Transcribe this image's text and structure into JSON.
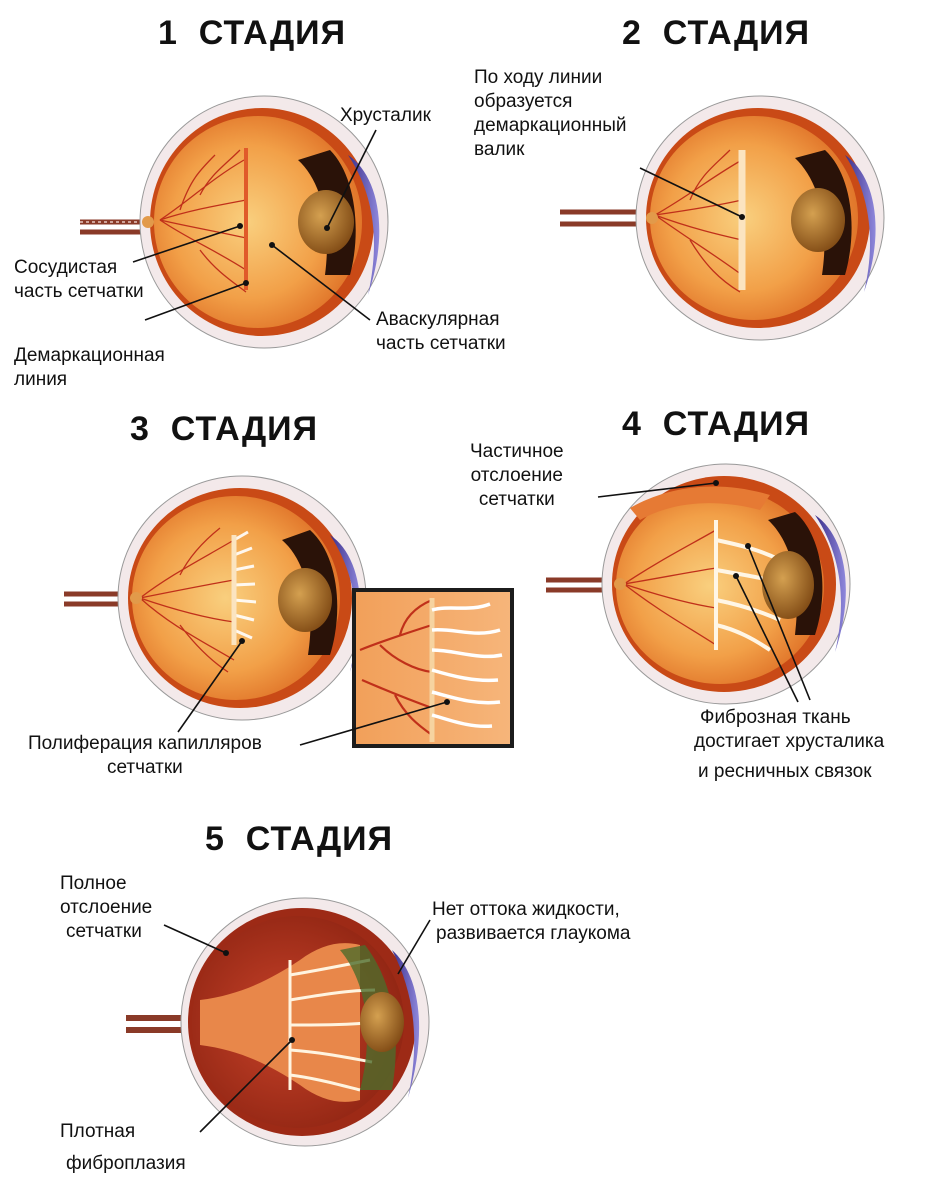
{
  "stages": [
    {
      "title": "1  СТАДИЯ",
      "labels": {
        "lens": "Хрусталик",
        "vascular": [
          "Сосудистая",
          "часть сетчатки"
        ],
        "demarcation": [
          "Демаркационная",
          "линия"
        ],
        "avascular": [
          "Аваскулярная",
          "часть сетчатки"
        ]
      }
    },
    {
      "title": "2  СТАДИЯ",
      "labels": {
        "ridge": [
          "По ходу линии",
          "образуется",
          "демаркационный",
          "валик"
        ]
      }
    },
    {
      "title": "3  СТАДИЯ",
      "labels": {
        "proliferation": [
          "Полиферация капилляров",
          "сетчатки"
        ]
      }
    },
    {
      "title": "4  СТАДИЯ",
      "labels": {
        "partial_detachment": [
          "Частичное",
          "отслоение",
          "сетчатки"
        ],
        "fibrous": [
          "Фиброзная ткань",
          "достигает хрусталика",
          "и ресничных связок"
        ]
      }
    },
    {
      "title": "5  СТАДИЯ",
      "labels": {
        "full_detachment": [
          "Полное",
          "отслоение",
          "сетчатки"
        ],
        "glaucoma": [
          "Нет оттока жидкости,",
          "развивается глаукома"
        ],
        "fibroplasia": [
          "Плотная",
          "фиброплазия"
        ]
      }
    }
  ],
  "colors": {
    "sclera": "#f6eeee",
    "choroid": "#d45a1c",
    "retina_inner": "#f4a24a",
    "retina_light": "#f8c978",
    "vessel": "#c0301a",
    "iris": "#5a1f12",
    "cornea": "#6f63c8",
    "lens": "#b0701e",
    "stage5_fill": "#b8341e",
    "fibrous": "#fff4e0"
  }
}
